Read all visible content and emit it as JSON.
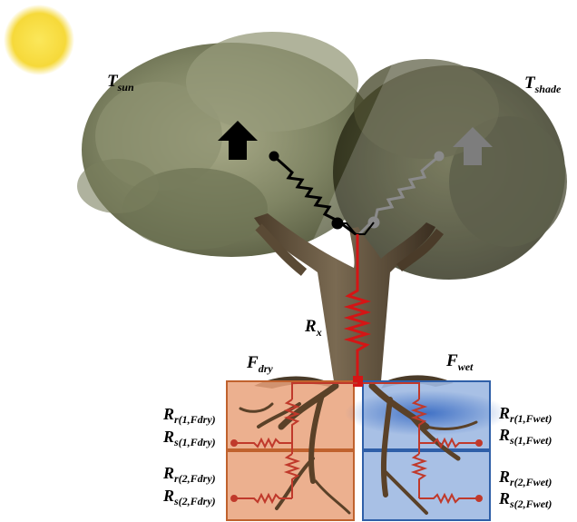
{
  "labels": {
    "t_sun": {
      "main": "T",
      "sub": "sun"
    },
    "t_shade": {
      "main": "T",
      "sub": "shade"
    },
    "r_x": {
      "main": "R",
      "sub": "x"
    },
    "f_dry": {
      "main": "F",
      "sub": "dry"
    },
    "f_wet": {
      "main": "F",
      "sub": "wet"
    },
    "rr1_fdry": {
      "main": "R",
      "sub": "r(1,Fdry)"
    },
    "rs1_fdry": {
      "main": "R",
      "sub": "s(1,Fdry)"
    },
    "rr2_fdry": {
      "main": "R",
      "sub": "r(2,Fdry)"
    },
    "rs2_fdry": {
      "main": "R",
      "sub": "s(2,Fdry)"
    },
    "rr1_fwet": {
      "main": "R",
      "sub": "r(1,Fwet)"
    },
    "rs1_fwet": {
      "main": "R",
      "sub": "s(1,Fwet)"
    },
    "rr2_fwet": {
      "main": "R",
      "sub": "r(2,Fwet)"
    },
    "rs2_fwet": {
      "main": "R",
      "sub": "s(2,Fwet)"
    }
  },
  "colors": {
    "sun": "#f7de3a",
    "dry_box_fill": "#e9a27b",
    "dry_box_stroke": "#c0622e",
    "wet_box_fill": "#9fb9e2",
    "wet_box_stroke": "#2f5fa8",
    "xylem_resistor": "#d41515",
    "sun_arrow": "#000000",
    "shade_arrow": "#7d7d7d",
    "dry_resistor": "#c0392b",
    "wet_resistor": "#c0392b"
  },
  "icons": {
    "sun": "sun-icon",
    "sun_arrow": "up-arrow-icon",
    "shade_arrow": "up-arrow-icon"
  }
}
